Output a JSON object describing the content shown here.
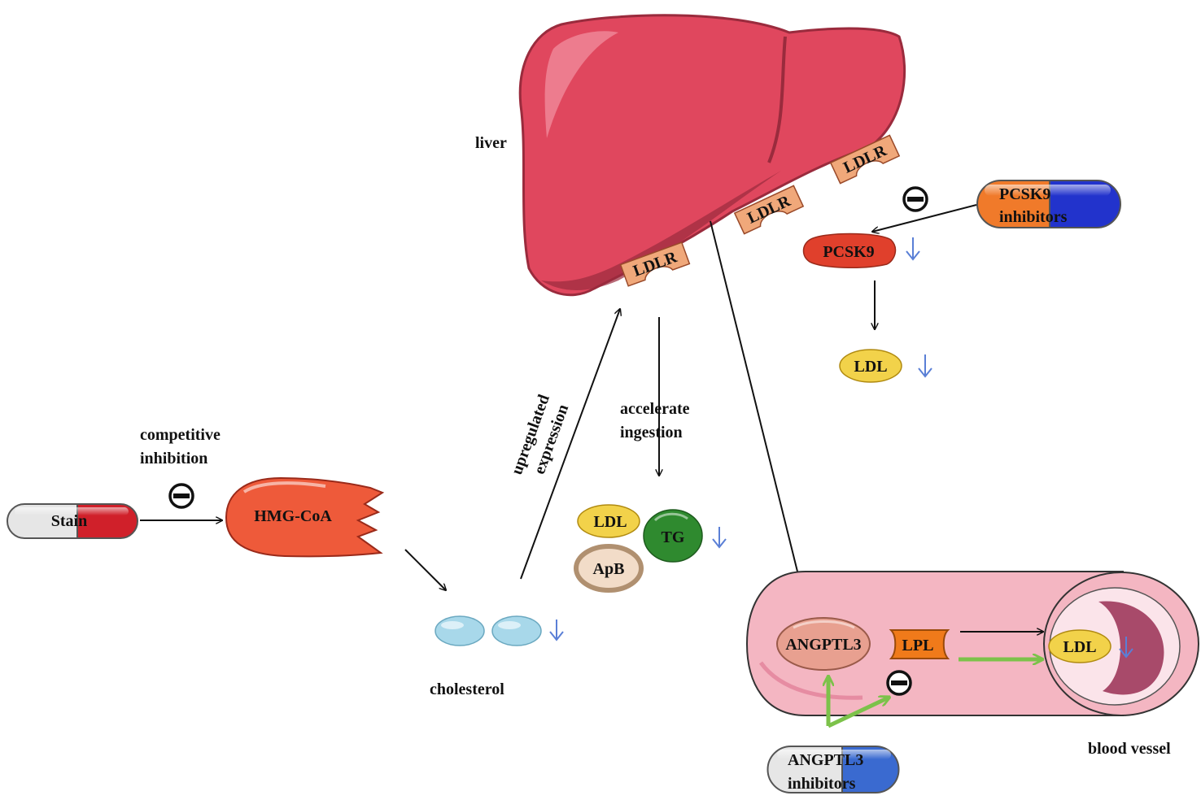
{
  "labels": {
    "liver": "liver",
    "cholesterol": "cholesterol",
    "blood_vessel": "blood vessel",
    "competitive_inhibition": [
      "competitive",
      "inhibition"
    ],
    "upregulated_expression": [
      "upregulated",
      "expression"
    ],
    "accelerate_ingestion": [
      "accelerate",
      "ingestion"
    ]
  },
  "drugs": {
    "statin": "Stain",
    "pcsk9_inhibitors": [
      "PCSK9",
      "inhibitors"
    ],
    "angptl3_inhibitors": [
      "ANGPTL3",
      "inhibitors"
    ]
  },
  "molecules": {
    "hmg_coa": "HMG-CoA",
    "ldlr": "LDLR",
    "pcsk9": "PCSK9",
    "ldl": "LDL",
    "tg": "TG",
    "apb": "ApB",
    "angptl3": "ANGPTL3",
    "lpl": "LPL"
  },
  "symbols": {
    "inhibit": "minus-circle-icon",
    "decrease": "down-arrow-icon"
  },
  "colors": {
    "liver": "#e0475e",
    "liver_dark": "#9a2b3d",
    "ldlr": "#f0a87a",
    "pcsk9": "#e0402c",
    "ldl": "#f2d24a",
    "tg": "#2f8a2f",
    "hmg_coa": "#ee5a3a",
    "vessel": "#f4b6c2",
    "green_arrow": "#7cc24a",
    "blue_arrow": "#5a7fd6"
  }
}
